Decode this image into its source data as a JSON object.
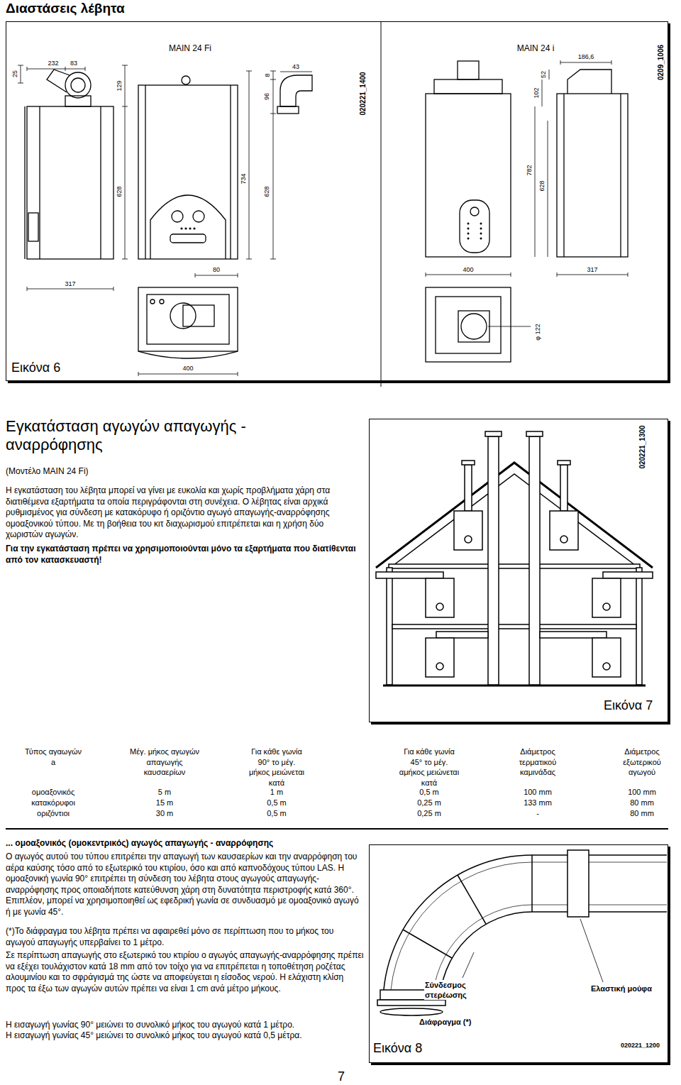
{
  "diagram": {
    "title": "Διαστάσεις λέβητα",
    "nodes": [
      {
        "text": [
          "Εικόνα 6"
        ]
      },
      {
        "text": [
          "Εικόνα 7"
        ]
      },
      {
        "text": [
          "Εικόνα 8"
        ]
      }
    ],
    "labels": [
      "MAIN 24 Fi",
      "MAIN 24 i",
      "020221_1400",
      "0209_1006",
      "25",
      "232",
      "83",
      "129",
      "43",
      "96",
      "8",
      "628",
      "734",
      "628",
      "80",
      "317",
      "400",
      "186,6",
      "52",
      "102",
      "782",
      "628",
      "400",
      "317",
      "φ 122",
      "Εγκατάσταση αγωγών απαγωγής - αναρρόφησης",
      "(Μοντέλο MAIN 24 Fi)",
      "Η εγκατάσταση του λέβητα μπορεί να γίνει με ευκολία και χωρίς προβλήματα χάρη στα διατιθέμενα εξαρτήματα τα οποία περιγράφονται στη συνέχεια. Ο λέβητας είναι αρχικά ρυθμισμένος για σύνδεση με κατακόρυφο ή οριζόντιο αγωγό απαγωγής-αναρρόφησης ομοαξονικού τύπου. Με τη βοήθεια του κιτ διαχωρισμού επιτρέπεται και η χρήση δύο χωριστών αγωγών.",
      "Για την εγκατάσταση πρέπει να χρησιμοποιούνται μόνο τα εξαρτήματα που διατίθενται από τον κατασκευαστή!",
      "020221_1300",
      "Τύπος αγαωγών a",
      "Μέγ. μήκος αγωγών απαγωγής καυσαερίων",
      "Για κάθε γωνία 90° το μέγ. μήκος μειώνεται κατά",
      "Για κάθε γωνία 45° το μέγ. αμήκος μειώνεται κατά",
      "Διάμετρος τερματικού καμινάδας",
      "Διάμετρος εξωτερικού αγωγού",
      "ομοαξονικός",
      "5 m",
      "1 m",
      "0,5 m",
      "100 mm",
      "100 mm",
      "κατακόρυφοι",
      "15 m",
      "0,5 m",
      "0,25 m",
      "133 mm",
      "80 mm",
      "οριζόντιοι",
      "30 m",
      "0,5 m",
      "0,25 m",
      "-",
      "80 mm",
      "... ομοαξονικός (ομοκεντρικός) αγωγός απαγωγής - αναρρόφησης",
      "Ο αγωγός αυτού του τύπου επιτρέπει την απαγωγή των καυσαερίων και την αναρρόφηση του αέρα καύσης τόσο από το εξωτερικό του κτιρίου, όσο και από καπνοδόχους τύπου LAS. Η ομοαξονική γωνία 90° επιτρέπει τη σύνδεση του λέβητα στους αγωγούς απαγωγής-αναρρόφησης προς οποιαδήποτε κατεύθυνση χάρη στη δυνατότητα περιστροφής κατά 360°. Επιπλέον, μπορεί να χρησιμοποιηθεί ως εφεδρική γωνία σε συνδυασμό με ομοαξονικό αγωγό ή με γωνία 45°.",
      "(*)Το διάφραγμα του λέβητα πρέπει να αφαιρεθεί μόνο σε περίπτωση που το μήκος του αγωγού απαγωγής υπερβαίνει το 1 μέτρο.",
      "Σε περίπτωση απαγωγής στο εξωτερικό του κτιρίου ο αγωγός απαγωγής-αναρρόφησης πρέπει να εξέχει τουλάχιστον κατά 18 mm από τον τοίχο για να επιτρέπεται η τοποθέτηση ροζέτας αλουμινίου και το σφράγισμά της ώστε να αποφεύγεται η είσοδος νερού. Η ελάχιστη κλίση προς τα έξω των αγωγών αυτών πρέπει να είναι 1 cm ανά μέτρο μήκους.",
      "Η εισαγωγή γωνίας 90° μειώνει το συνολικό μήκος του αγωγού κατά 1 μέτρο.",
      "Η εισαγωγή γωνίας 45° μειώνει το συνολικό μήκος του αγωγού κατά 0,5 μέτρα.",
      "Σύνδεσμος στερέωσης",
      "Ελαστική μούφα",
      "Διάφραγμα (*)",
      "020221_1200",
      "7"
    ]
  }
}
